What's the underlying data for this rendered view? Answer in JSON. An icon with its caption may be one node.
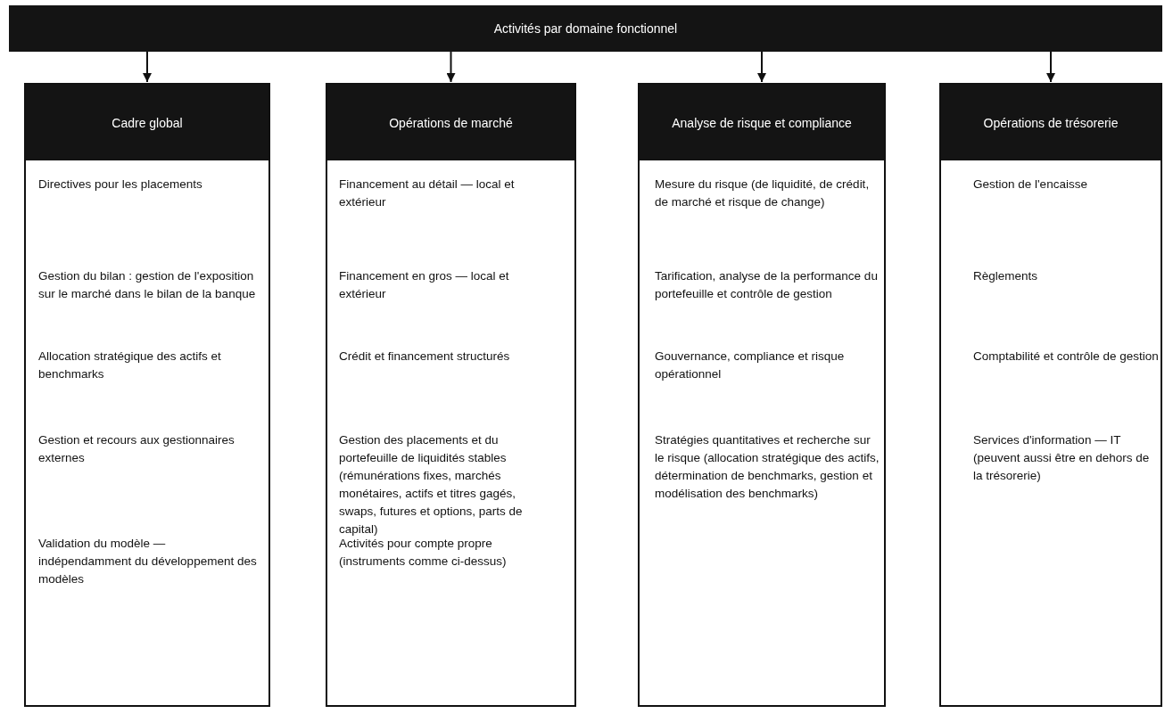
{
  "diagram": {
    "nodes": [
      {
        "text": [
          "Activités par domaine fonctionnel"
        ]
      },
      {
        "text": [
          "Cadre global",
          "Directives pour les placements",
          "Gestion du bilan : gestion de l'exposition sur le marché dans le bilan de la banque",
          "Allocation stratégique des actifs et benchmarks",
          "Gestion et recours aux gestionnaires externes",
          "Validation du modèle — indépendamment du développement des modèles"
        ]
      },
      {
        "text": [
          "Opérations de marché",
          "Financement au détail — local et extérieur",
          "Financement en gros — local et extérieur",
          "Crédit et financement structurés",
          "Gestion des placements et du portefeuille de liquidités stables (rémunérations fixes, marchés monétaires, actifs et titres gagés, swaps, futures et options, parts de capital)",
          "Activités pour compte propre (instruments comme ci-dessus)"
        ]
      },
      {
        "text": [
          "Analyse de risque et compliance",
          "Mesure du risque (de liquidité, de crédit, de marché et risque de change)",
          "Tarification, analyse de la performance du portefeuille et contrôle de gestion",
          "Gouvernance, compliance et risque opérationnel",
          "Stratégies quantitatives et recherche sur le risque (allocation stratégique des actifs, détermination de benchmarks, gestion et modélisation des benchmarks)"
        ]
      },
      {
        "text": [
          "Opérations de trésorerie",
          "Gestion de l'encaisse",
          "Règlements",
          "Comptabilité et contrôle de gestion",
          "Services d'information — IT (peuvent aussi être en dehors de la trésorerie)"
        ]
      }
    ],
    "edges": [
      {
        "from": 0,
        "to": 1,
        "arrow": "to"
      },
      {
        "from": 0,
        "to": 2,
        "arrow": "to"
      },
      {
        "from": 0,
        "to": 3,
        "arrow": "to"
      },
      {
        "from": 0,
        "to": 4,
        "arrow": "to"
      }
    ]
  }
}
